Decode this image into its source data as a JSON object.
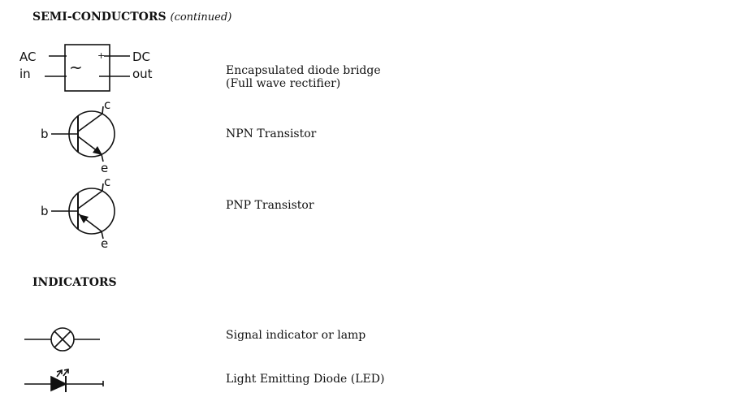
{
  "sections": {
    "semiconductors": {
      "title": "SEMI-CONDUCTORS",
      "subtitle": "(continued)"
    },
    "indicators": {
      "title": "INDICATORS"
    }
  },
  "symbols": {
    "diode_bridge": {
      "label_line1": "Encapsulated diode bridge",
      "label_line2": "(Full wave rectifier)",
      "ac": "AC",
      "in": "in",
      "dc": "DC",
      "out": "out",
      "plus": "+",
      "minus": "-",
      "tilde": "~"
    },
    "npn": {
      "label": "NPN Transistor",
      "b": "b",
      "c": "c",
      "e": "e"
    },
    "pnp": {
      "label": "PNP Transistor",
      "b": "b",
      "c": "c",
      "e": "e"
    },
    "lamp": {
      "label": "Signal indicator or lamp"
    },
    "led": {
      "label": "Light Emitting Diode (LED)"
    }
  }
}
